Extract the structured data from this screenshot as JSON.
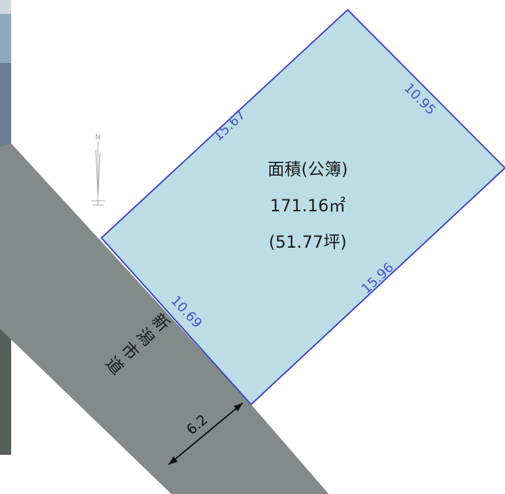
{
  "plot": {
    "sides": {
      "top_left": "15.67",
      "top_right": "10.95",
      "bottom_right": "15.96",
      "bottom_left": "10.69"
    },
    "area_label": "面積(公簿)",
    "area_sqm": "171.16㎡",
    "area_tsubo": "(51.77坪)",
    "fill_color": "#bcdde6",
    "edge_color": "#3c43c8"
  },
  "road": {
    "name_chars": [
      "新",
      "潟",
      "市",
      "道"
    ],
    "width": "6.2",
    "color": "#838a8a"
  },
  "compass": {
    "label": "N"
  }
}
